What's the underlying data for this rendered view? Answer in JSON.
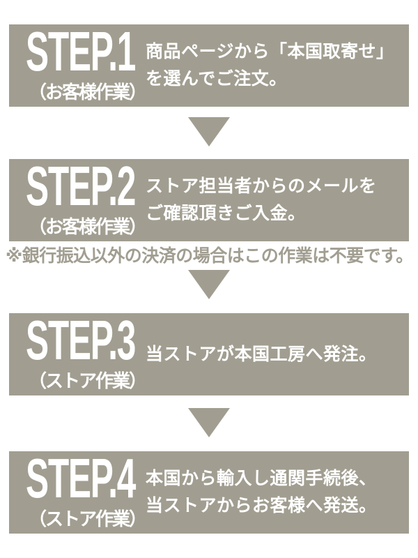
{
  "page": {
    "background_color": "#ffffff",
    "block_color": "#a19e91",
    "text_on_block_color": "#ffffff",
    "note_text_color": "#a19e91"
  },
  "steps": [
    {
      "number": "STEP.1",
      "actor": "（お客様作業）",
      "description": "商品ページから「本国取寄せ」\nを選んでご注文。"
    },
    {
      "number": "STEP.2",
      "actor": "（お客様作業）",
      "description": "ストア担当者からのメールを\nご確認頂きご入金。",
      "note": "※銀行振込以外の決済の場合はこの作業は不要です。"
    },
    {
      "number": "STEP.3",
      "actor": "（ストア作業）",
      "description": "当ストアが本国工房へ発注。"
    },
    {
      "number": "STEP.4",
      "actor": "（ストア作業）",
      "description": "本国から輸入し通関手続後、\n当ストアからお客様へ発送。"
    }
  ],
  "icons": {
    "down_arrow": "down-arrow-triangle"
  }
}
